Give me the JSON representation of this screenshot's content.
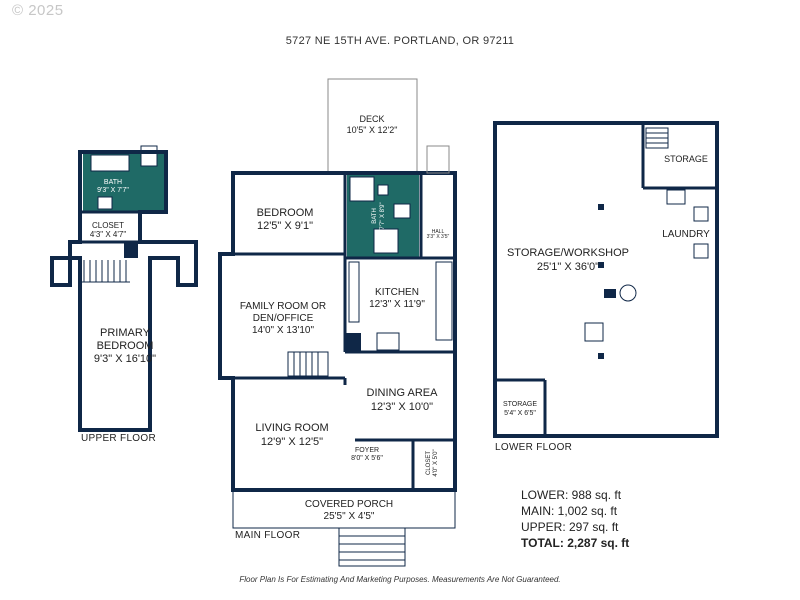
{
  "copyright": "© 2025",
  "address": "5727 NE 15TH AVE. PORTLAND, OR 97211",
  "colors": {
    "wall": "#0f2747",
    "bath": "#1f6a66",
    "deck": "#888888"
  },
  "floors": {
    "upper": {
      "label": "UPPER FLOOR",
      "rooms": {
        "bath": {
          "name": "BATH",
          "dims": "9'3\" X 7'7\""
        },
        "closet": {
          "name": "CLOSET",
          "dims": "4'3\" X 4'7\""
        },
        "primary": {
          "name1": "PRIMARY",
          "name2": "BEDROOM",
          "dims": "9'3\" X 16'10\""
        }
      }
    },
    "main": {
      "label": "MAIN FLOOR",
      "rooms": {
        "deck": {
          "name": "DECK",
          "dims": "10'5\" X 12'2\""
        },
        "bedroom": {
          "name": "BEDROOM",
          "dims": "12'5\" X 9'1\""
        },
        "bath": {
          "name": "BATH",
          "dims": "7'7\" X 8'9\""
        },
        "hall": {
          "name": "HALL",
          "dims": "3'3\" X 3'5\""
        },
        "family": {
          "name1": "FAMILY ROOM OR",
          "name2": "DEN/OFFICE",
          "dims": "14'0\" X 13'10\""
        },
        "kitchen": {
          "name": "KITCHEN",
          "dims": "12'3\" X 11'9\""
        },
        "dining": {
          "name": "DINING AREA",
          "dims": "12'3\" X 10'0\""
        },
        "living": {
          "name": "LIVING ROOM",
          "dims": "12'9\" X 12'5\""
        },
        "foyer": {
          "name": "FOYER",
          "dims": "8'0\" X 5'6\""
        },
        "closet": {
          "name": "CLOSET",
          "dims": "4'0\" X 5'0\""
        },
        "porch": {
          "name": "COVERED PORCH",
          "dims": "25'5\" X 4'5\""
        }
      }
    },
    "lower": {
      "label": "LOWER FLOOR",
      "rooms": {
        "storage_top": {
          "name": "STORAGE"
        },
        "laundry": {
          "name": "LAUNDRY"
        },
        "workshop": {
          "name": "STORAGE/WORKSHOP",
          "dims": "25'1\" X 36'0\""
        },
        "storage_small": {
          "name": "STORAGE",
          "dims": "5'4\" X 6'5\""
        }
      }
    }
  },
  "stats": {
    "lower": "LOWER: 988 sq. ft",
    "main": "MAIN: 1,002 sq. ft",
    "upper": "UPPER: 297 sq. ft",
    "total": "TOTAL: 2,287 sq. ft"
  },
  "disclaimer": "Floor Plan Is For Estimating And Marketing Purposes. Measurements Are Not Guaranteed."
}
